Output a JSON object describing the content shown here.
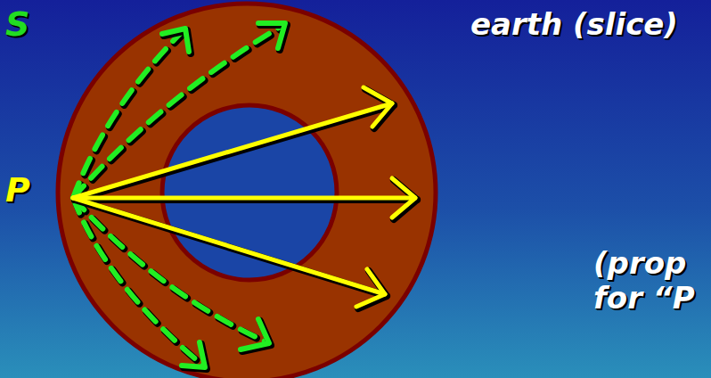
{
  "diagram": {
    "labels": [
      "S",
      "P",
      "earth (slice)",
      "(prop for “P"
    ]
  }
}
